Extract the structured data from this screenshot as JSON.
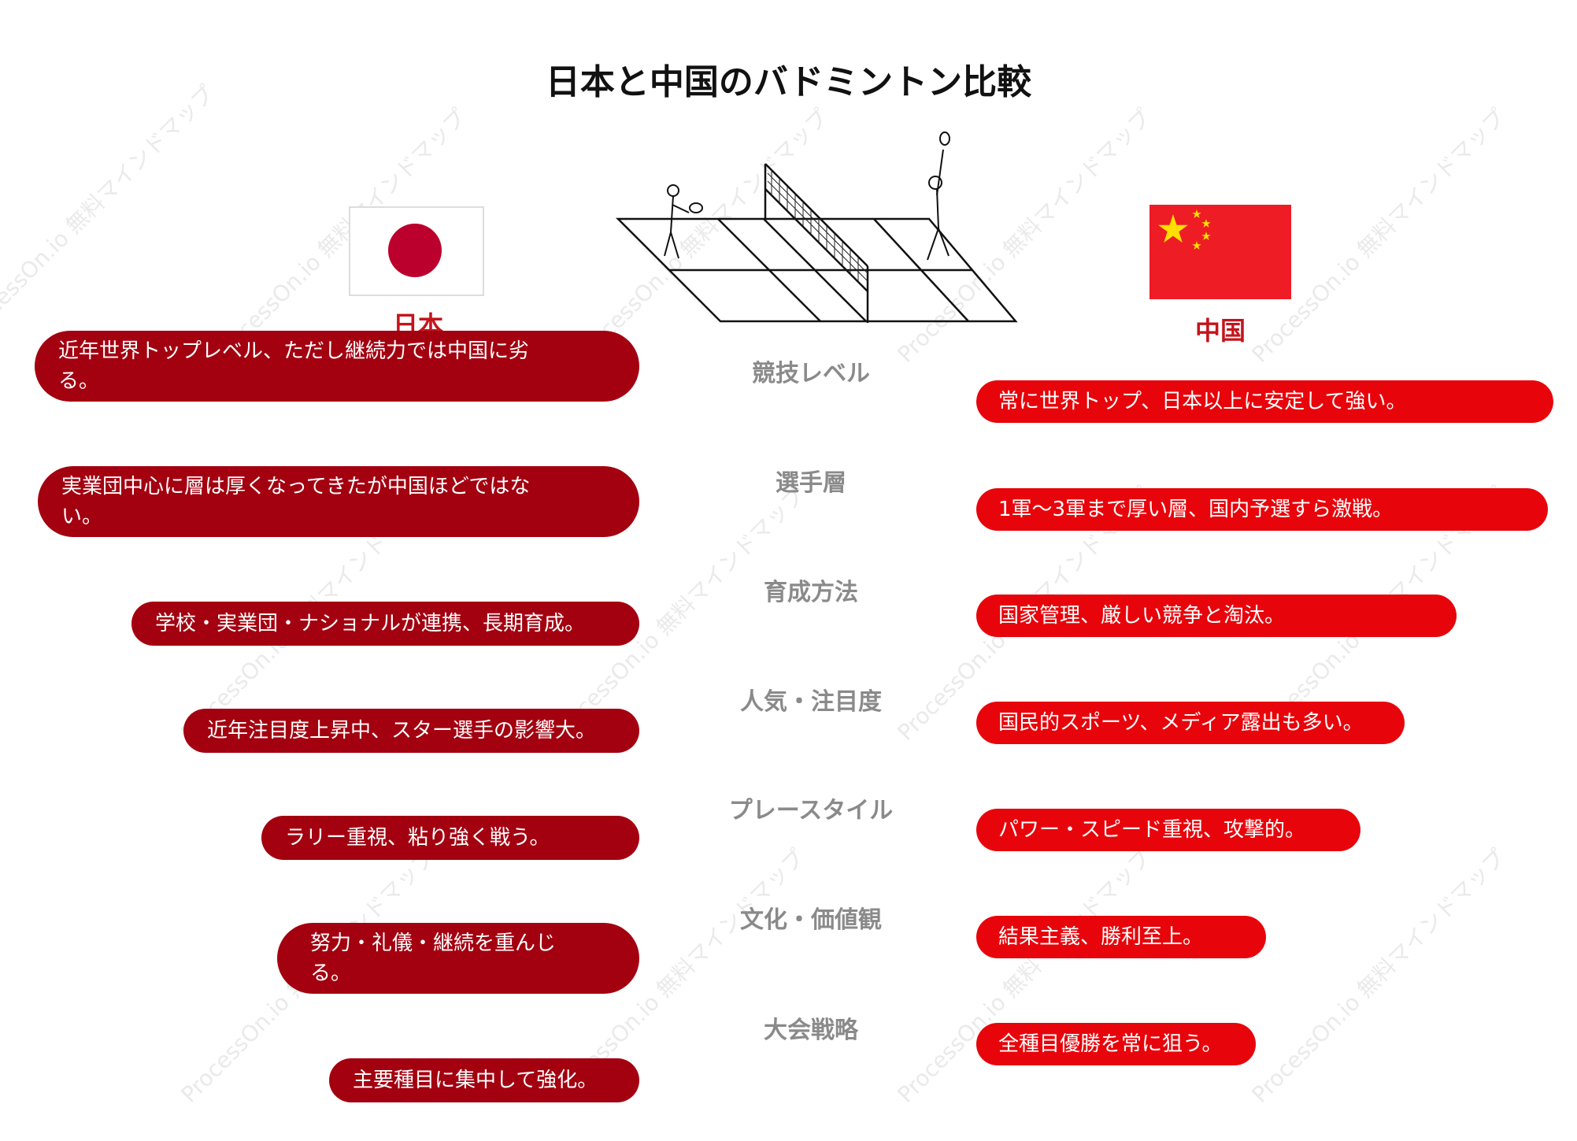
{
  "title": "日本と中国のバドミントン比較",
  "watermark": "ProcessOn.io 無料マインドマップ",
  "japan": {
    "label": "日本",
    "items": [
      "近年世界トップレベル、ただし継続力では中国に劣\nる。",
      "実業団中心に層は厚くなってきたが中国ほどではな\nい。",
      "学校・実業団・ナショナルが連携、長期育成。",
      "近年注目度上昇中、スター選手の影響大。",
      "ラリー重視、粘り強く戦う。",
      "努力・礼儀・継続を重んじ\nる。",
      "主要種目に集中して強化。"
    ]
  },
  "china": {
    "label": "中国",
    "items": [
      "常に世界トップ、日本以上に安定して強い。",
      "1軍〜3軍まで厚い層、国内予選すら激戦。",
      "国家管理、厳しい競争と淘汰。",
      "国民的スポーツ、メディア露出も多い。",
      "パワー・スピード重視、攻撃的。",
      "結果主義、勝利至上。",
      "全種目優勝を常に狙う。"
    ]
  },
  "categories": [
    "競技レベル",
    "選手層",
    "育成方法",
    "人気・注目度",
    "プレースタイル",
    "文化・価値観",
    "大会戦略"
  ],
  "colors": {
    "japan": "#a30010",
    "china": "#e7050b",
    "category": "#8a8a8a"
  },
  "icons": [
    "japan-flag-icon",
    "china-flag-icon",
    "badminton-court-icon"
  ]
}
